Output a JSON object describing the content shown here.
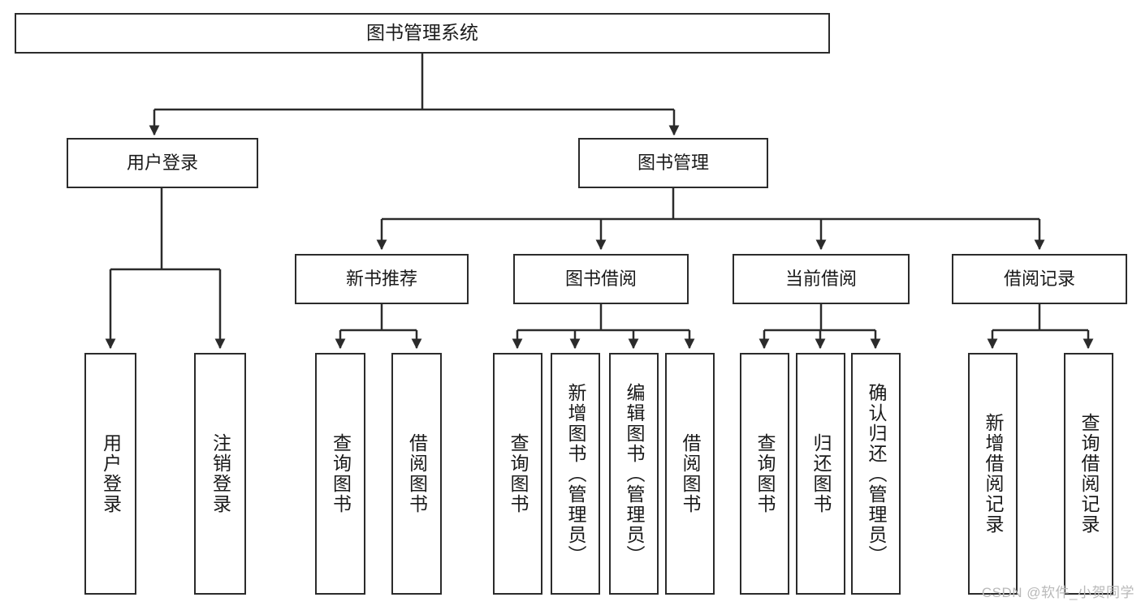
{
  "diagram": {
    "title": "图书管理系统",
    "type": "tree-hierarchy-diagram",
    "colors": {
      "stroke": "#2b2b2b",
      "fill": "#ffffff",
      "text": "#1a1a1a",
      "watermark": "#b9b9b9"
    },
    "root": {
      "label": "图书管理系统"
    },
    "level2": [
      {
        "label": "用户登录"
      },
      {
        "label": "图书管理"
      }
    ],
    "level3": [
      {
        "label": "新书推荐"
      },
      {
        "label": "图书借阅"
      },
      {
        "label": "当前借阅"
      },
      {
        "label": "借阅记录"
      }
    ],
    "leaves": [
      {
        "label": "用户登录",
        "parent": "用户登录"
      },
      {
        "label": "注销登录",
        "parent": "用户登录"
      },
      {
        "label": "查询图书",
        "parent": "新书推荐"
      },
      {
        "label": "借阅图书",
        "parent": "新书推荐"
      },
      {
        "label": "查询图书",
        "parent": "图书借阅"
      },
      {
        "label": "新增图书（管理员）",
        "parent": "图书借阅"
      },
      {
        "label": "编辑图书（管理员）",
        "parent": "图书借阅"
      },
      {
        "label": "借阅图书",
        "parent": "图书借阅"
      },
      {
        "label": "查询图书",
        "parent": "当前借阅"
      },
      {
        "label": "归还图书",
        "parent": "当前借阅"
      },
      {
        "label": "确认归还（管理员）",
        "parent": "当前借阅"
      },
      {
        "label": "新增借阅记录",
        "parent": "借阅记录"
      },
      {
        "label": "查询借阅记录",
        "parent": "借阅记录"
      }
    ]
  },
  "watermark": {
    "text": "CSDN @软件_小贺同学"
  }
}
